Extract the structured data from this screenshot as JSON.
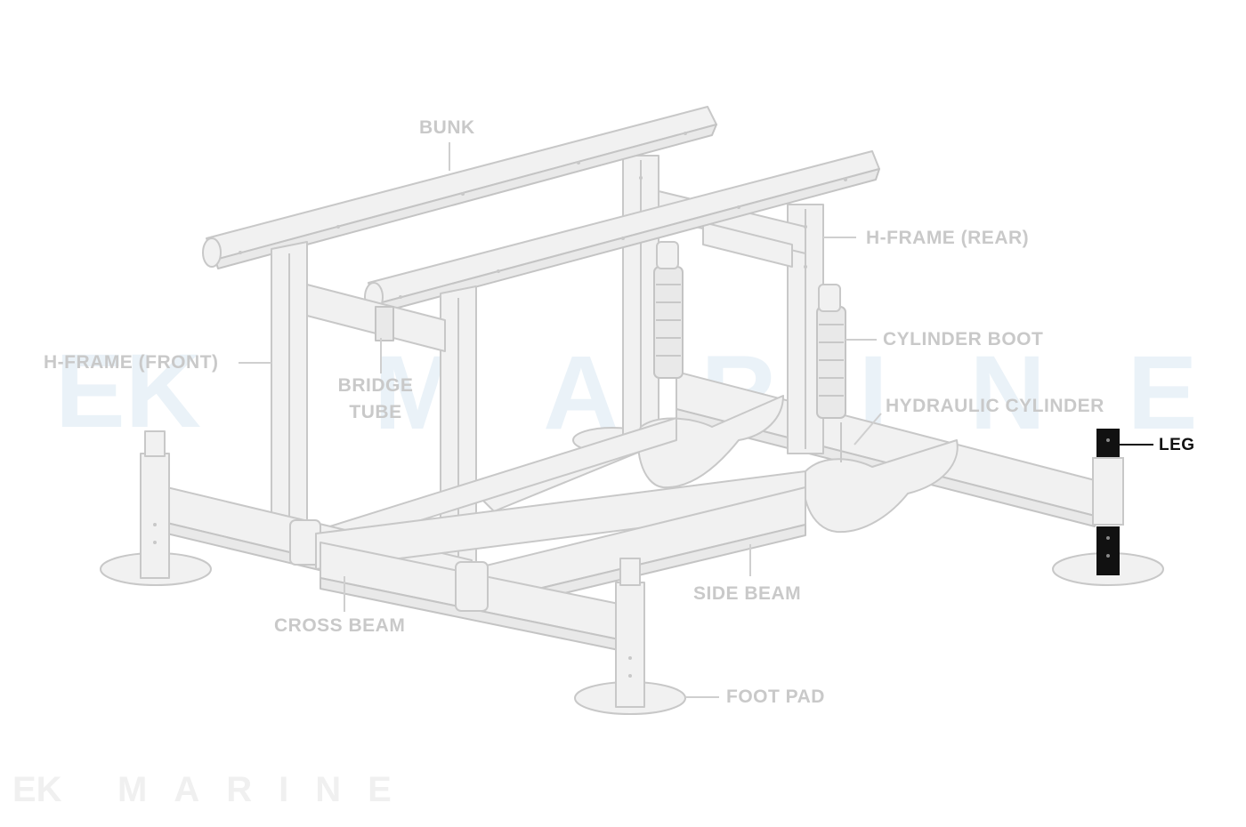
{
  "watermark": {
    "logo": "EK",
    "word": "MARINE"
  },
  "labels": {
    "bunk": "BUNK",
    "h_frame_rear": "H-FRAME (REAR)",
    "cylinder_boot": "CYLINDER BOOT",
    "h_frame_front": "H-FRAME (FRONT)",
    "bridge_tube_line1": "BRIDGE",
    "bridge_tube_line2": "TUBE",
    "hydraulic_cylinder": "HYDRAULIC CYLINDER",
    "leg": "LEG",
    "side_beam": "SIDE BEAM",
    "cross_beam": "CROSS BEAM",
    "foot_pad": "FOOT PAD"
  },
  "highlighted_part": "LEG",
  "colors": {
    "part_fill": "#f1f1f1",
    "part_stroke": "#c8c8c8",
    "label_muted": "#c9c9c9",
    "highlight": "#111111",
    "watermark": "#eaf2f8"
  }
}
